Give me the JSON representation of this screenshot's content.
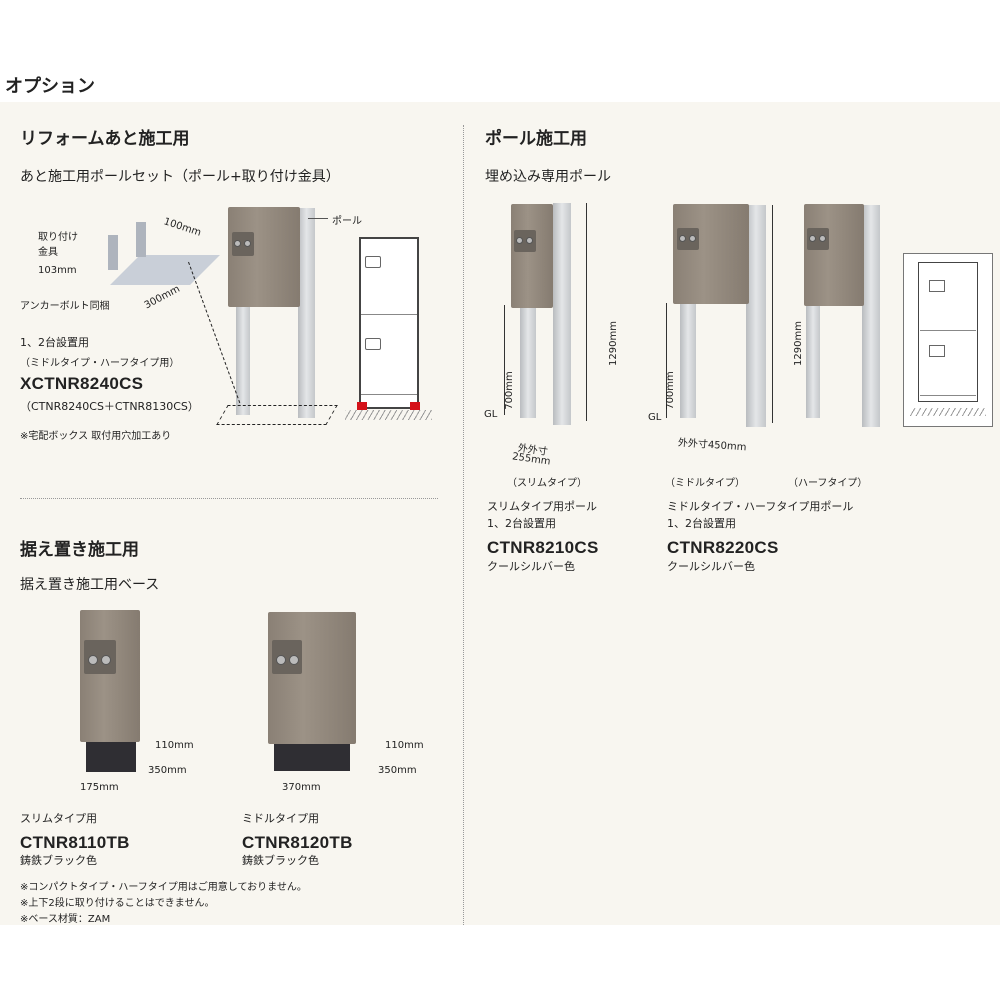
{
  "page_title": "オプション",
  "reform": {
    "title": "リフォームあと施工用",
    "subtitle": "あと施工用ポールセット（ポール+取り付け金具）",
    "bracket_label_1": "取り付け",
    "bracket_label_2": "金具",
    "dim_height": "103mm",
    "dim_width": "100mm",
    "dim_length": "300mm",
    "anchor_note": "アンカーボルト同梱",
    "pole_label": "ポール",
    "usage": "1、2台設置用",
    "usage_types": "（ミドルタイプ・ハーフタイプ用）",
    "model": "XCTNR8240CS",
    "model_parts": "（CTNR8240CS＋CTNR8130CS）",
    "note": "※宅配ボックス 取付用穴加工あり"
  },
  "stand": {
    "title": "据え置き施工用",
    "subtitle": "据え置き施工用ベース",
    "items": [
      {
        "dim_h": "110mm",
        "dim_d": "350mm",
        "dim_w": "175mm",
        "type": "スリムタイプ用",
        "model": "CTNR8110TB",
        "color": "鋳鉄ブラック色"
      },
      {
        "dim_h": "110mm",
        "dim_d": "350mm",
        "dim_w": "370mm",
        "type": "ミドルタイプ用",
        "model": "CTNR8120TB",
        "color": "鋳鉄ブラック色"
      }
    ],
    "notes": [
      "※コンパクトタイプ・ハーフタイプ用はご用意しておりません。",
      "※上下2段に取り付けることはできません。",
      "※ベース材質：ZAM"
    ]
  },
  "pole": {
    "title": "ポール施工用",
    "subtitle": "埋め込み専用ポール",
    "gl": "GL",
    "dim_700": "700mm",
    "dim_1290": "1290mm",
    "slim_outer_1": "外外寸",
    "slim_outer_2": "255mm",
    "midi_outer": "外外寸450mm",
    "type_labels": [
      "（スリムタイプ）",
      "（ミドルタイプ）",
      "（ハーフタイプ）"
    ],
    "items": [
      {
        "name": "スリムタイプ用ポール",
        "usage": "1、2台設置用",
        "model": "CTNR8210CS",
        "color": "クールシルバー色"
      },
      {
        "name": "ミドルタイプ・ハーフタイプ用ポール",
        "usage": "1、2台設置用",
        "model": "CTNR8220CS",
        "color": "クールシルバー色"
      }
    ]
  }
}
